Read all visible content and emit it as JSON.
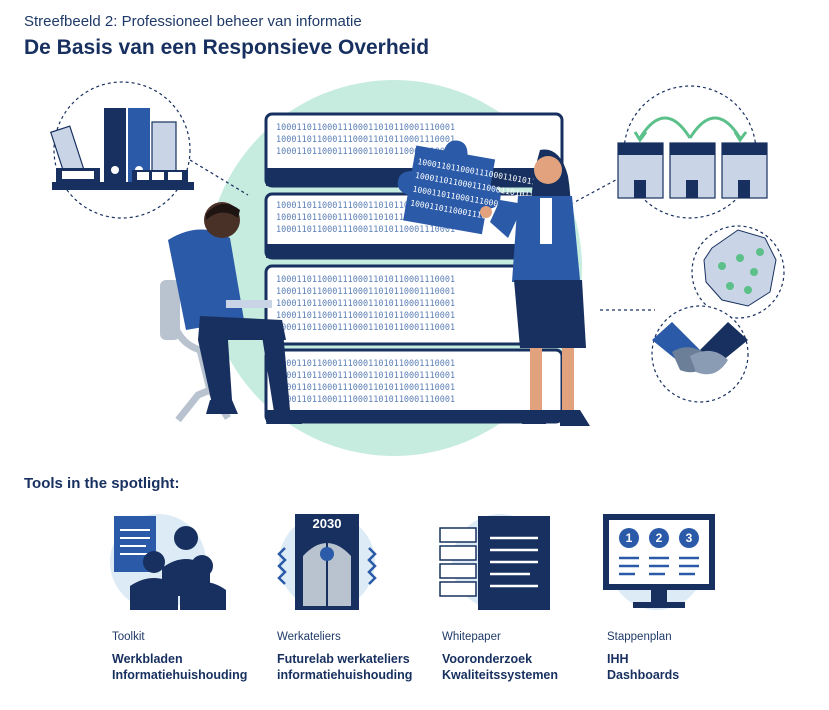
{
  "header": {
    "subtitle": "Streefbeeld 2: Professioneel beheer van informatie",
    "title": "De Basis van een Responsieve Overheid"
  },
  "illustration": {
    "binary_line": "10001101100011100011010110001110001",
    "calendar_year": "2030",
    "step_numbers": [
      "1",
      "2",
      "3"
    ]
  },
  "tools_section": {
    "heading": "Tools in the spotlight:",
    "tools": [
      {
        "category": "Toolkit",
        "line1": "Werkbladen",
        "line2": "Informatiehuishouding",
        "icon": "documents-people-icon"
      },
      {
        "category": "Werkateliers",
        "line1": "Futurelab werkateliers",
        "line2": "informatiehuishouding",
        "icon": "door-2030-icon"
      },
      {
        "category": "Whitepaper",
        "line1": "Vooronderzoek",
        "line2": "Kwaliteitssystemen",
        "icon": "whitepaper-icon"
      },
      {
        "category": "Stappenplan",
        "line1": "IHH",
        "line2": "Dashboards",
        "icon": "dashboard-monitor-icon"
      }
    ]
  },
  "colors": {
    "navy": "#17305f",
    "mid_blue": "#2a5aa8",
    "light_blue": "#dfe9f6",
    "mint": "#c6ecdf",
    "green_pin": "#5cc08a",
    "skin": "#e2a27d"
  }
}
